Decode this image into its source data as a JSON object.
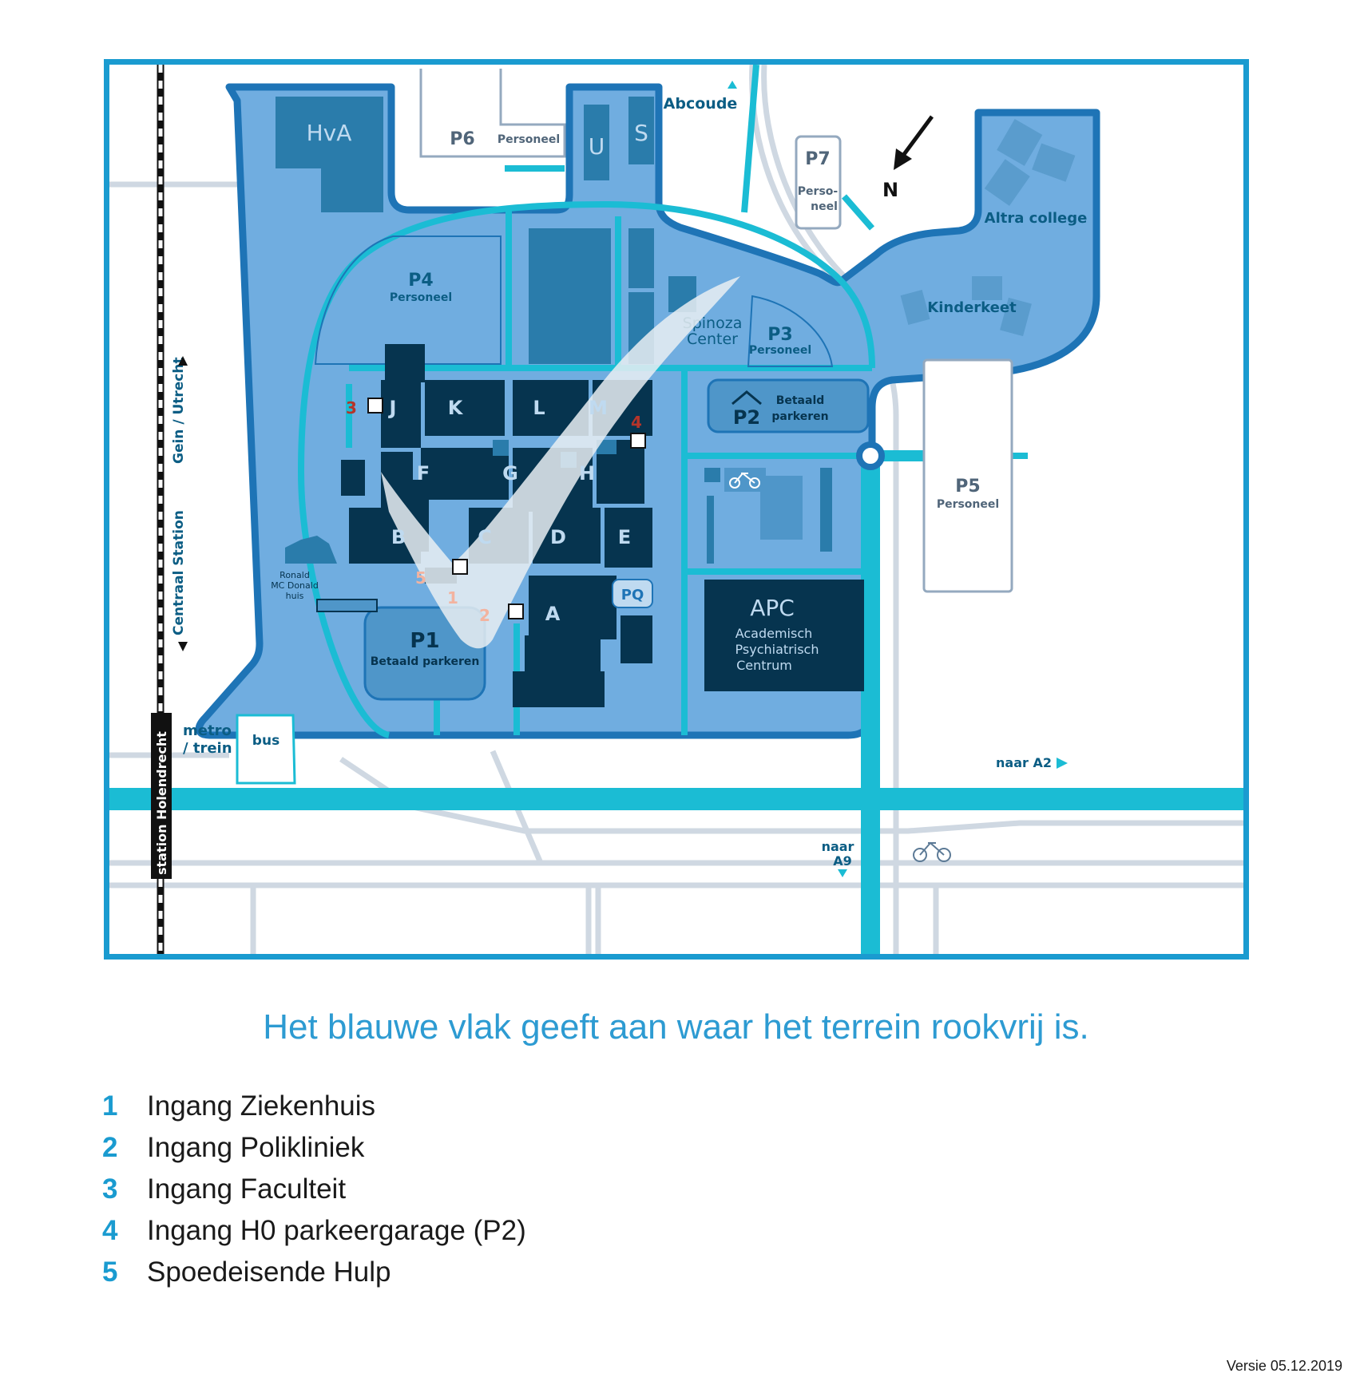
{
  "map": {
    "colors": {
      "smokefree_area": "#70ade0",
      "border_dark": "#1e74b6",
      "road_cyan": "#1bbcd4",
      "building_dark": "#06344f",
      "building_mid": "#2a7cab",
      "road_gray": "#cfd8e2"
    },
    "labels": {
      "hva": "HvA",
      "p6": "P6",
      "p6_sub": "Personeel",
      "u": "U",
      "s": "S",
      "abcoude": "Abcoude",
      "p7": "P7",
      "p7_sub1": "Perso-",
      "p7_sub2": "neel",
      "north": "N",
      "altra": "Altra college",
      "kinderkeet": "Kinderkeet",
      "p4": "P4",
      "p4_sub": "Personeel",
      "spinoza1": "Spinoza",
      "spinoza2": "Center",
      "p3": "P3",
      "p3_sub": "Personeel",
      "p2": "P2",
      "p2_sub1": "Betaald",
      "p2_sub2": "parkeren",
      "p5": "P5",
      "p5_sub": "Personeel",
      "gein_utrecht": "Gein / Utrecht",
      "centraal_station": "Centraal Station",
      "ronald1": "Ronald",
      "ronald2": "MC Donald",
      "ronald3": "huis",
      "p1": "P1",
      "p1_sub": "Betaald parkeren",
      "pq": "PQ",
      "apc": "APC",
      "apc_sub1": "Academisch",
      "apc_sub2": "Psychiatrisch",
      "apc_sub3": "Centrum",
      "station": "station Holendrecht",
      "metro1": "metro",
      "metro2": "/ trein",
      "bus": "bus",
      "naar_a2": "naar A2",
      "naar1": "naar",
      "naar2": "A9",
      "building_j": "J",
      "building_k": "K",
      "building_l": "L",
      "building_m": "M",
      "building_f": "F",
      "building_g": "G",
      "building_h": "H",
      "building_b": "B",
      "building_c": "C",
      "building_d": "D",
      "building_e": "E",
      "building_a": "A",
      "entrance_1": "1",
      "entrance_2": "2",
      "entrance_3": "3",
      "entrance_4": "4",
      "entrance_5": "5"
    }
  },
  "caption": "Het blauwe vlak geeft aan waar het terrein rookvrij is.",
  "legend": [
    {
      "num": "1",
      "label": "Ingang Ziekenhuis"
    },
    {
      "num": "2",
      "label": "Ingang Polikliniek"
    },
    {
      "num": "3",
      "label": "Ingang Faculteit"
    },
    {
      "num": "4",
      "label": "Ingang H0 parkeergarage (P2)"
    },
    {
      "num": "5",
      "label": "Spoedeisende Hulp"
    }
  ],
  "version": "Versie 05.12.2019"
}
